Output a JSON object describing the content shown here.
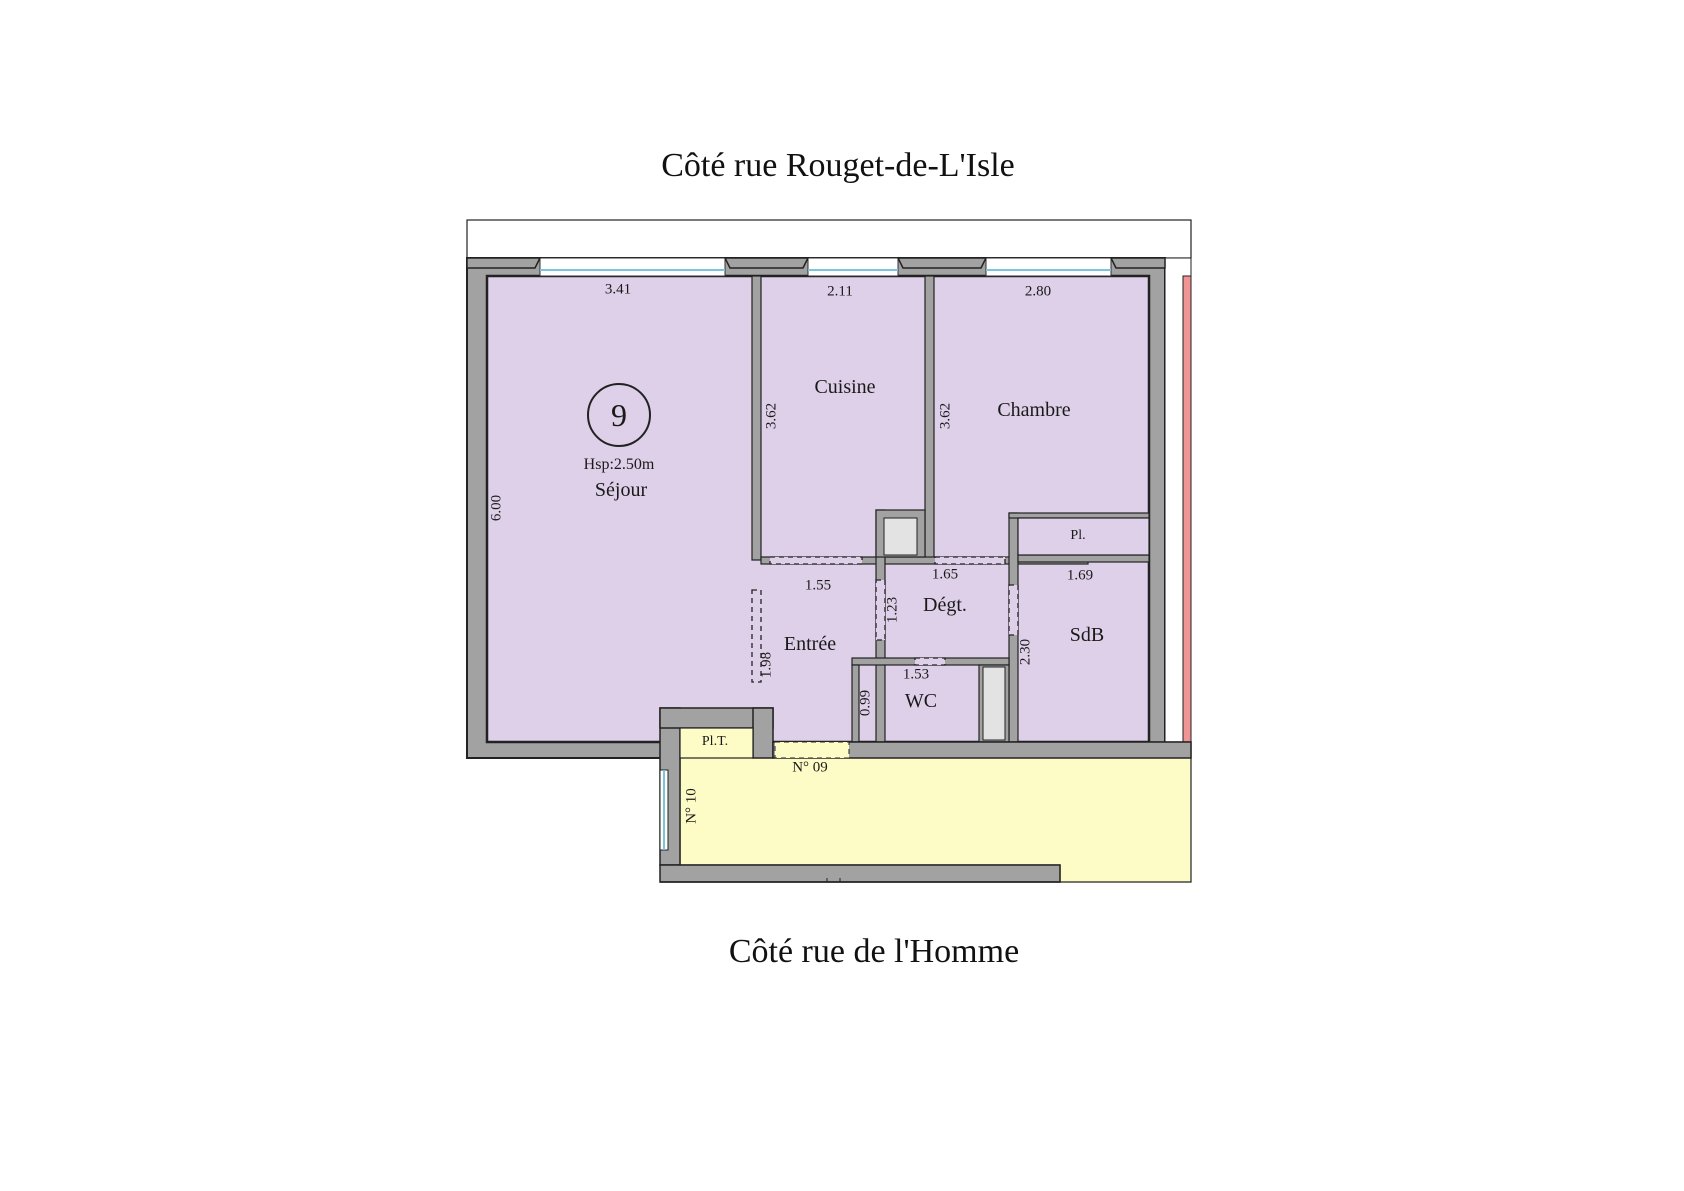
{
  "captions": {
    "top": "Côté rue Rouget-de-L'Isle",
    "bottom": "Côté rue de l'Homme"
  },
  "unit": {
    "number": "9",
    "ceiling_height": "Hsp:2.50m"
  },
  "rooms": {
    "sejour": "Séjour",
    "cuisine": "Cuisine",
    "chambre": "Chambre",
    "placard": "Pl.",
    "degagement": "Dégt.",
    "entree": "Entrée",
    "salle_de_bain": "SdB",
    "wc": "WC",
    "placard_technique": "Pl.T."
  },
  "dimensions": {
    "sejour_width": "3.41",
    "sejour_depth": "6.00",
    "cuisine_width": "2.11",
    "cuisine_depth": "3.62",
    "chambre_width": "2.80",
    "chambre_depth": "3.62",
    "entree_width": "1.55",
    "entree_depth": "1.98",
    "degagement_width": "1.65",
    "degagement_depth": "1.23",
    "sdb_width": "1.69",
    "sdb_depth": "2.30",
    "wc_width": "1.53",
    "wc_depth": "0.99"
  },
  "doors": {
    "door_09": "N° 09",
    "door_10": "N° 10"
  },
  "colors": {
    "apartment_fill": "#ddd0e8",
    "landing_fill": "#fefcc6",
    "wall": "#a2a2a2",
    "wall_outline": "#222222",
    "neighbor_wall": "#f09494",
    "window_glass": "#bfe3f0"
  }
}
